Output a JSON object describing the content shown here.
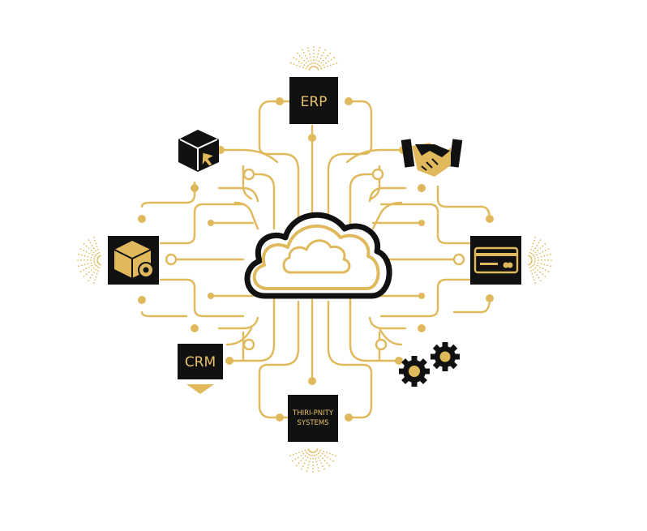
{
  "colors": {
    "gold": "#e0b95c",
    "gold_light": "#e9cf8a",
    "black": "#111111",
    "background": "#ffffff"
  },
  "nodes": {
    "erp": {
      "label": "ERP",
      "icon": "erp-box"
    },
    "crm": {
      "label": "CRM",
      "icon": "crm-box"
    },
    "third_party": {
      "label_line1": "THIRI-PNITY",
      "label_line2": "SYSTEMS",
      "icon": "third-party-box"
    },
    "package": {
      "icon": "box-cursor-icon"
    },
    "handshake": {
      "icon": "handshake-icon"
    },
    "module": {
      "icon": "cube-gear-icon"
    },
    "payment": {
      "icon": "credit-card-icon"
    },
    "gears": {
      "icon": "gears-icon"
    },
    "center": {
      "icon": "cloud-icon"
    }
  }
}
